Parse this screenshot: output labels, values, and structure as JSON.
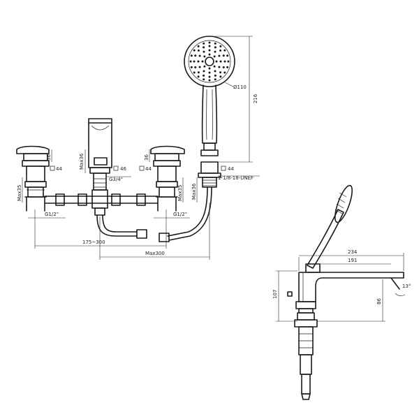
{
  "dimensions": {
    "h_36_left": "36",
    "sq_44_left": "44",
    "max35_left": "Max35",
    "g12_left": "G1/2\"",
    "range_175_300": "175~300",
    "max36_spout": "Max36",
    "sq_46_spout": "46",
    "g34_spout": "G3/4\"",
    "h_36_right": "36",
    "sq_44_right": "44",
    "max35_right": "Max35",
    "g12_right": "G1/2\"",
    "max300": "Max300",
    "dia110": "Ø110",
    "h216": "216",
    "sq_44_shower": "44",
    "unef": "1-1/8-18-UNEF",
    "max36_shower": "Max36",
    "w234": "234",
    "w191": "191",
    "h107": "107",
    "h86": "86",
    "angle13": "13°"
  },
  "colors": {
    "line": "#1a1a1a",
    "accent": "#2b3fd1"
  }
}
